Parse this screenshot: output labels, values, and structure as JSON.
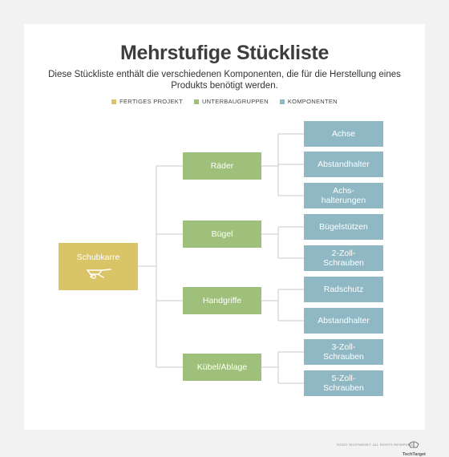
{
  "title": "Mehrstufige Stückliste",
  "subtitle": "Diese Stückliste enthält die verschiedenen Komponenten, die für die Herstellung eines Produkts benötigt werden.",
  "legend": [
    {
      "label": "FERTIGES PROJEKT",
      "color": "#d9c468"
    },
    {
      "label": "UNTERBAUGRUPPEN",
      "color": "#9fc07a"
    },
    {
      "label": "KOMPONENTEN",
      "color": "#8fb8c4"
    }
  ],
  "root": {
    "label": "Schubkarre",
    "icon": "wheelbarrow-icon"
  },
  "subassemblies": [
    {
      "label": "Räder",
      "components": [
        "Achse",
        "Abstandhalter",
        "Achs-\nhalterungen"
      ]
    },
    {
      "label": "Bügel",
      "components": [
        "Bügelstützen",
        "2-Zoll-\nSchrauben"
      ]
    },
    {
      "label": "Handgriffe",
      "components": [
        "Radschutz",
        "Abstandhalter"
      ]
    },
    {
      "label": "Kübel/Ablage",
      "components": [
        "3-Zoll-\nSchrauben",
        "5-Zoll-\nSchrauben"
      ]
    }
  ],
  "footer": {
    "copyright": "©2023 TECHTARGET. ALL RIGHTS RESERVED",
    "logo": "TechTarget"
  },
  "colors": {
    "root": "#d9c468",
    "sub": "#9fc07a",
    "comp": "#8fb8c4",
    "line": "#c8c8c8"
  }
}
